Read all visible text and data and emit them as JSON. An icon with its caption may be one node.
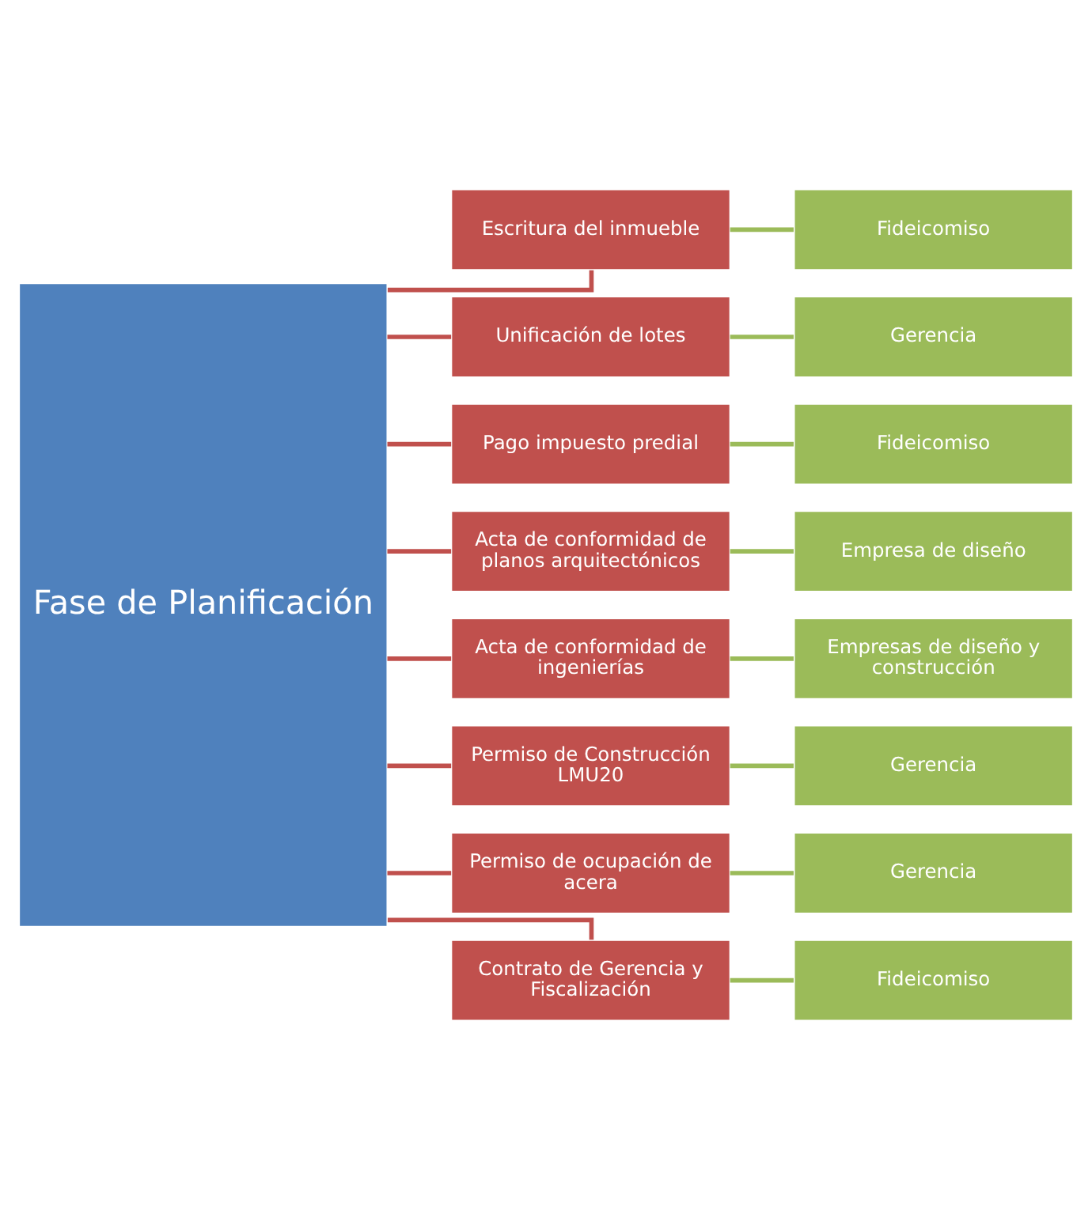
{
  "diagram": {
    "nodes": [
      {
        "text": [
          "Fase de Planificación"
        ]
      },
      {
        "text": [
          "Escritura del inmueble"
        ]
      },
      {
        "text": [
          "Fideicomiso"
        ]
      },
      {
        "text": [
          "Unificación de lotes"
        ]
      },
      {
        "text": [
          "Gerencia"
        ]
      },
      {
        "text": [
          "Pago impuesto predial"
        ]
      },
      {
        "text": [
          "Fideicomiso"
        ]
      },
      {
        "text": [
          "Acta de conformidad de planos arquitectónicos"
        ]
      },
      {
        "text": [
          "Empresa de diseño"
        ]
      },
      {
        "text": [
          "Acta de conformidad de ingenierías"
        ]
      },
      {
        "text": [
          "Empresas de diseño y construcción"
        ]
      },
      {
        "text": [
          "Permiso de Construcción LMU20"
        ]
      },
      {
        "text": [
          "Gerencia"
        ]
      },
      {
        "text": [
          "Permiso de ocupación de acera"
        ]
      },
      {
        "text": [
          "Gerencia"
        ]
      },
      {
        "text": [
          "Contrato de Gerencia y Fiscalización"
        ]
      },
      {
        "text": [
          "Fideicomiso"
        ]
      }
    ],
    "edges": [
      {
        "from": 0,
        "to": 1,
        "arrow": "none",
        "color": "#c0504d"
      },
      {
        "from": 1,
        "to": 2,
        "arrow": "none",
        "color": "#9bbb59"
      },
      {
        "from": 0,
        "to": 3,
        "arrow": "none",
        "color": "#c0504d"
      },
      {
        "from": 3,
        "to": 4,
        "arrow": "none",
        "color": "#9bbb59"
      },
      {
        "from": 0,
        "to": 5,
        "arrow": "none",
        "color": "#c0504d"
      },
      {
        "from": 5,
        "to": 6,
        "arrow": "none",
        "color": "#9bbb59"
      },
      {
        "from": 0,
        "to": 7,
        "arrow": "none",
        "color": "#c0504d"
      },
      {
        "from": 7,
        "to": 8,
        "arrow": "none",
        "color": "#9bbb59"
      },
      {
        "from": 0,
        "to": 9,
        "arrow": "none",
        "color": "#c0504d"
      },
      {
        "from": 9,
        "to": 10,
        "arrow": "none",
        "color": "#9bbb59"
      },
      {
        "from": 0,
        "to": 11,
        "arrow": "none",
        "color": "#c0504d"
      },
      {
        "from": 11,
        "to": 12,
        "arrow": "none",
        "color": "#9bbb59"
      },
      {
        "from": 0,
        "to": 13,
        "arrow": "none",
        "color": "#c0504d"
      },
      {
        "from": 13,
        "to": 14,
        "arrow": "none",
        "color": "#9bbb59"
      },
      {
        "from": 0,
        "to": 15,
        "arrow": "none",
        "color": "#c0504d"
      },
      {
        "from": 15,
        "to": 16,
        "arrow": "none",
        "color": "#9bbb59"
      }
    ]
  }
}
